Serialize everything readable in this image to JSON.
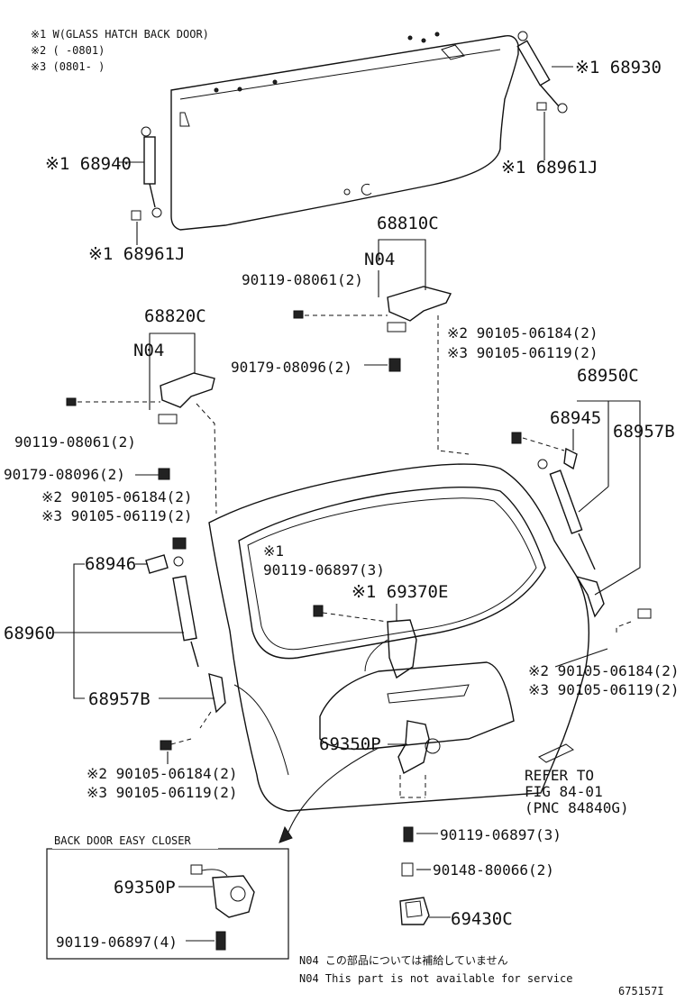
{
  "notes": {
    "n1": "※1 W(GLASS HATCH BACK DOOR)",
    "n2": "※2 (      -0801)",
    "n3": "※3 (0801-      )"
  },
  "labels": {
    "p68930": "※1 68930",
    "p68940": "※1 68940",
    "p68961j_right": "※1 68961J",
    "p68961j_left": "※1 68961J",
    "p68810c": "68810C",
    "n04_top": "N04",
    "p90119_08061_top": "90119-08061(2)",
    "p90179_08096_top": "90179-08096(2)",
    "p90105_06184_a": "※2 90105-06184(2)",
    "p90105_06119_a": "※3 90105-06119(2)",
    "p68820c": "68820C",
    "n04_left": "N04",
    "p90119_08061_left": "90119-08061(2)",
    "p90179_08096_left": "90179-08096(2)",
    "p90105_06184_b": "※2 90105-06184(2)",
    "p90105_06119_b": "※3 90105-06119(2)",
    "p68950c": "68950C",
    "p68945": "68945",
    "p68957b_right": "68957B",
    "p68946": "68946",
    "p68960": "68960",
    "p68957b_left": "68957B",
    "p90119_06897_note": "※1",
    "p90119_06897_3": "90119-06897(3)",
    "p69370e": "※1 69370E",
    "p90105_06184_c": "※2 90105-06184(2)",
    "p90105_06119_c": "※3 90105-06119(2)",
    "p69350p": "69350P",
    "p90105_06184_d": "※2 90105-06184(2)",
    "p90105_06119_d": "※3 90105-06119(2)",
    "refer1": "REFER TO",
    "refer2": "FIG 84-01",
    "refer3": "(PNC 84840G)",
    "p90119_06897_3b": "90119-06897(3)",
    "p90148_80066": "90148-80066(2)",
    "p69430c": "69430C",
    "closer_title": "BACK DOOR EASY CLOSER",
    "closer_part": "69350P",
    "closer_bolt": "90119-06897(4)",
    "footnote_jp": "N04 この部品については補給していません",
    "footnote_en": "N04 This part is not available for service",
    "figure_id": "675157I"
  }
}
